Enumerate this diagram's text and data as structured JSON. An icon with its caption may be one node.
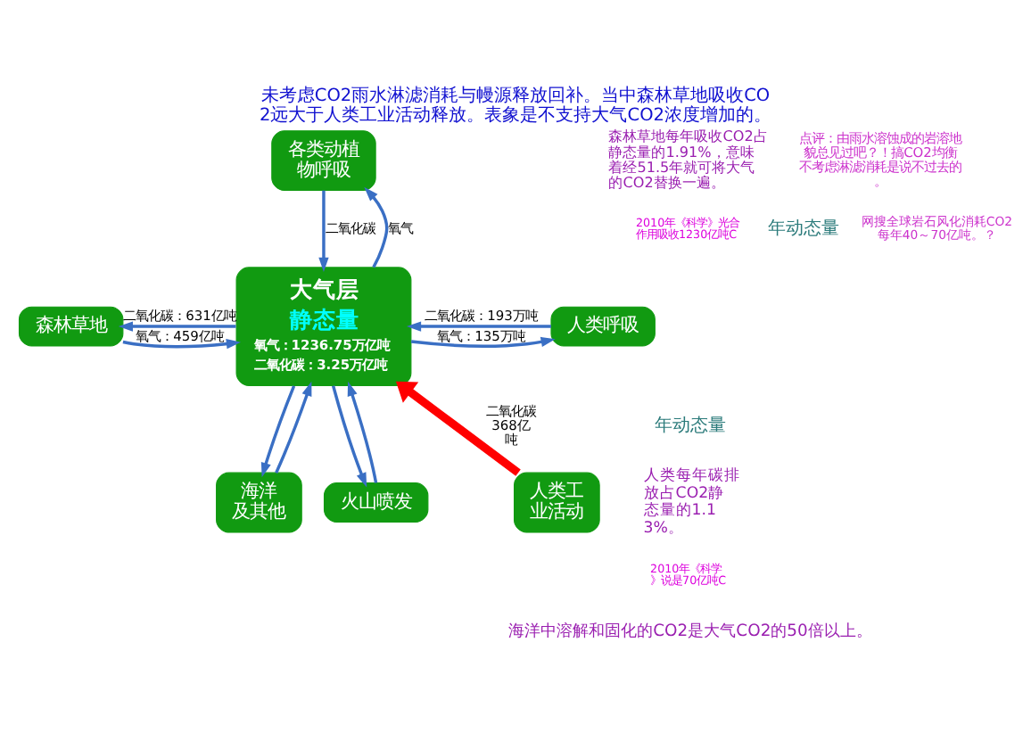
{
  "diagram": {
    "title": "未考虑CO2雨水淋滤消耗与幔源释放回补。当中森林草地吸收CO2远大于人类工业活动释放。表象是不支持大气CO2浓度增加的。",
    "caption": "海洋中溶解和固化的CO2是大气CO2的50倍以上。",
    "nodes": [
      {
        "text": [
          "各类动植物呼吸"
        ]
      },
      {
        "text": [
          "森林草地"
        ]
      },
      {
        "text": [
          "大气层",
          "静态量",
          "氧气：1236.75万亿吨",
          "二氧化碳：3.25万亿吨"
        ]
      },
      {
        "text": [
          "人类呼吸"
        ]
      },
      {
        "text": [
          "海洋及其他"
        ]
      },
      {
        "text": [
          "人类工业活动"
        ]
      },
      {
        "text": [
          "火山喷发"
        ]
      }
    ],
    "edges": [
      {
        "from": 2,
        "to": 0,
        "arrow": "to",
        "label": "氧气"
      },
      {
        "from": 0,
        "to": 2,
        "arrow": "to",
        "label": "二氧化碳"
      },
      {
        "from": 2,
        "to": 1,
        "arrow": "to",
        "label": "二氧化碳：631亿吨"
      },
      {
        "from": 1,
        "to": 2,
        "arrow": "to",
        "label": "氧气：459亿吨"
      },
      {
        "from": 2,
        "to": 3,
        "arrow": "to",
        "label": "氧气：135万吨"
      },
      {
        "from": 3,
        "to": 2,
        "arrow": "to",
        "label": "二氧化碳：193万吨"
      },
      {
        "from": 2,
        "to": 4,
        "arrow": "to"
      },
      {
        "from": 4,
        "to": 2,
        "arrow": "to"
      },
      {
        "from": 5,
        "to": 2,
        "arrow": "to",
        "label": "二氧化碳368亿吨",
        "style": "thick",
        "color": "#ff0000"
      },
      {
        "from": 2,
        "to": 6,
        "arrow": "to"
      },
      {
        "from": 6,
        "to": 2,
        "arrow": "to"
      }
    ],
    "labels": [
      "森林草地每年吸收CO2占静态量的1.91%，意味着经51.5年就可将大气的CO2替换一遍。",
      "2010年《科学》光合作用吸收1230亿吨C",
      "年动态量",
      "点评：由雨水溶蚀成的岩溶地貌总见过吧？！搞CO2均衡不考虑淋滤消耗是说不过去的。",
      "网搜全球岩石风化消耗CO2每年40～70亿吨。？",
      "人类每年碳排放占CO2静态量的1.13%。",
      "2010年《科学》说是70亿吨C",
      "年动态量"
    ]
  }
}
